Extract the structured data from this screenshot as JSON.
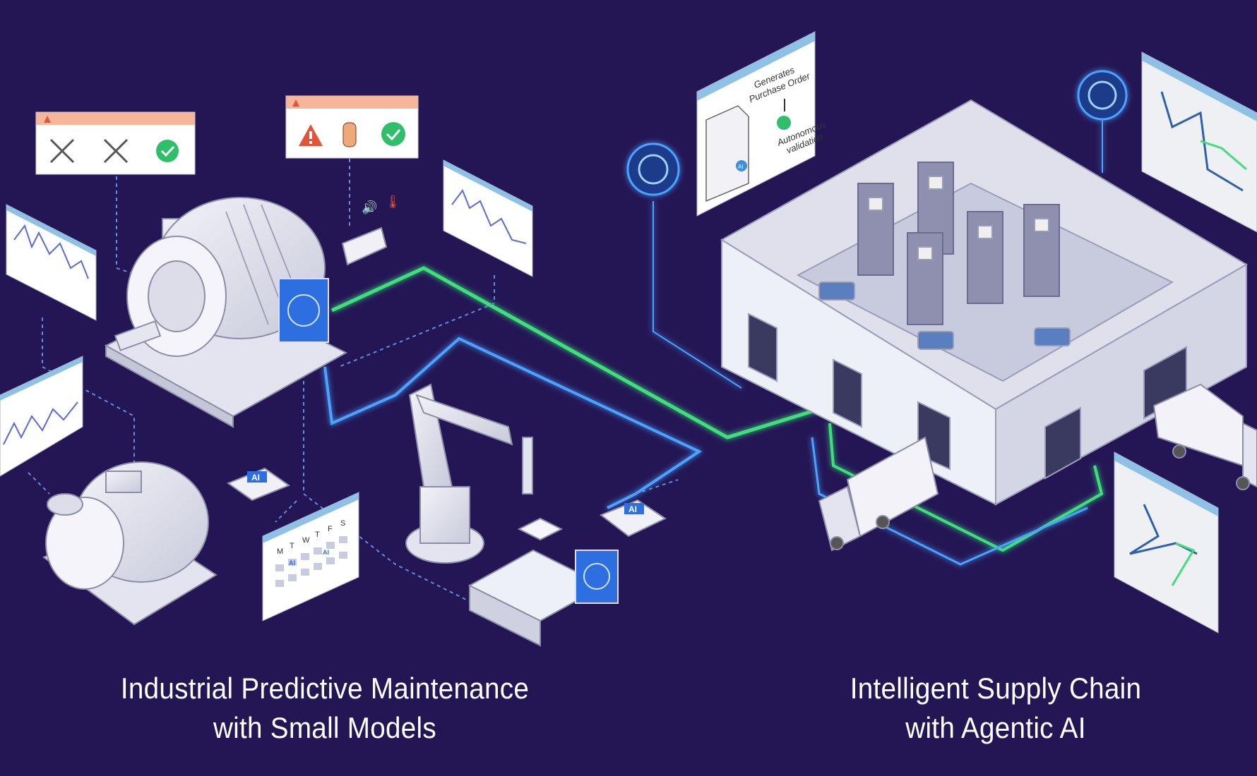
{
  "titles": {
    "left": [
      "Industrial Predictive Maintenance",
      "with Small Models"
    ],
    "right": [
      "Intelligent Supply Chain",
      "with Agentic AI"
    ]
  },
  "purchase_panel": {
    "line1": "Generates",
    "line2": "Purchase Order",
    "line3": "Autonomous",
    "line4": "validation",
    "doc_badge": "AI"
  },
  "ai_chips": [
    "AI",
    "AI"
  ],
  "calendar": {
    "days": [
      "M",
      "T",
      "W",
      "T",
      "F",
      "S"
    ],
    "marks": [
      "AI",
      "AI"
    ]
  },
  "colors": {
    "background": "#241655",
    "flow_green": "#3ee07a",
    "flow_blue": "#4aa3ff",
    "warning": "#e2553a",
    "check": "#2fbf6a",
    "panel_header": "#8fc0e6"
  }
}
